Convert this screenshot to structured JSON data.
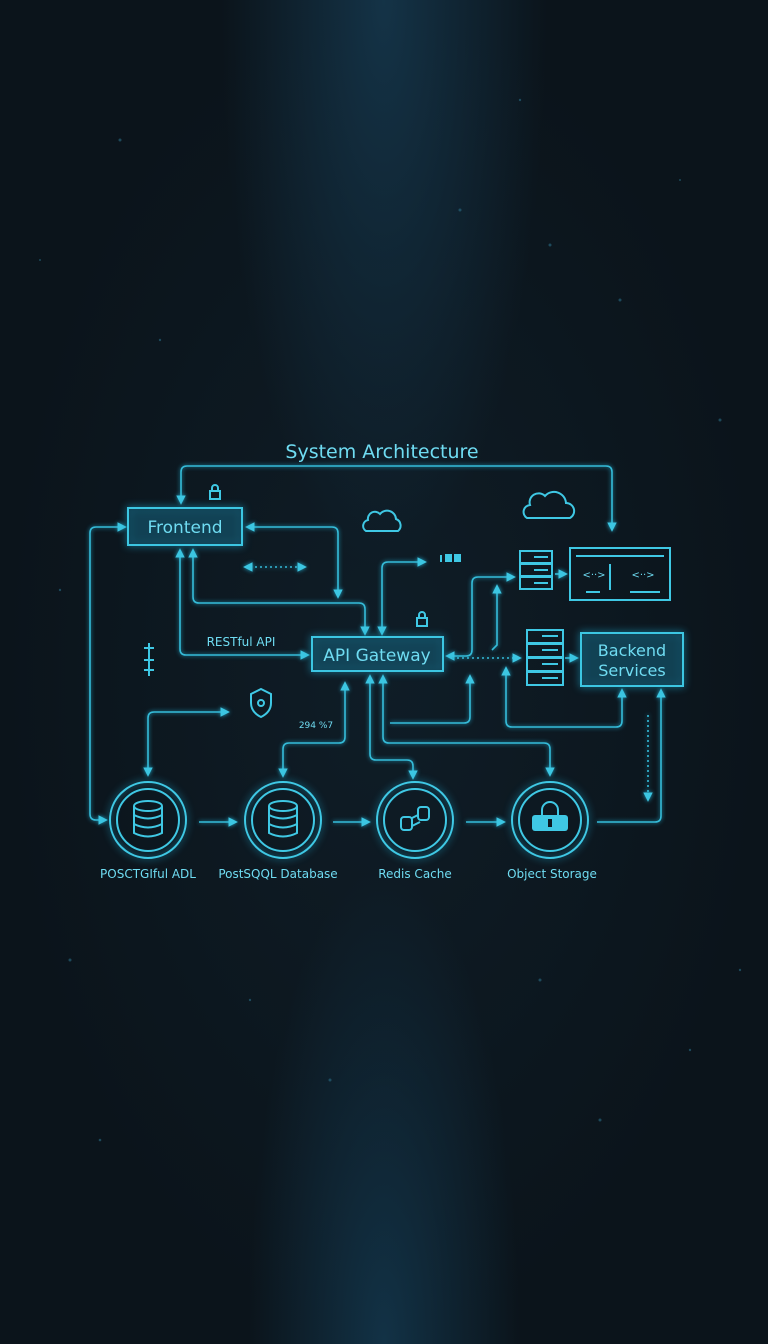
{
  "title": "System Architecture",
  "nodes": {
    "frontend": "Frontend",
    "api_gateway": "API Gateway",
    "backend_line1": "Backend",
    "backend_line2": "Services"
  },
  "edge_labels": {
    "restful": "RESTful API",
    "misc": "294 %7"
  },
  "data_stores": [
    {
      "label": "POSCTGIful ADL",
      "icon": "database-icon"
    },
    {
      "label": "PostSQQL Database",
      "icon": "database-icon"
    },
    {
      "label": "Redis Cache",
      "icon": "link-icon"
    },
    {
      "label": "Object Storage",
      "icon": "lock-icon"
    }
  ],
  "colors": {
    "accent": "#3cc6e2",
    "background": "#0d1820"
  }
}
